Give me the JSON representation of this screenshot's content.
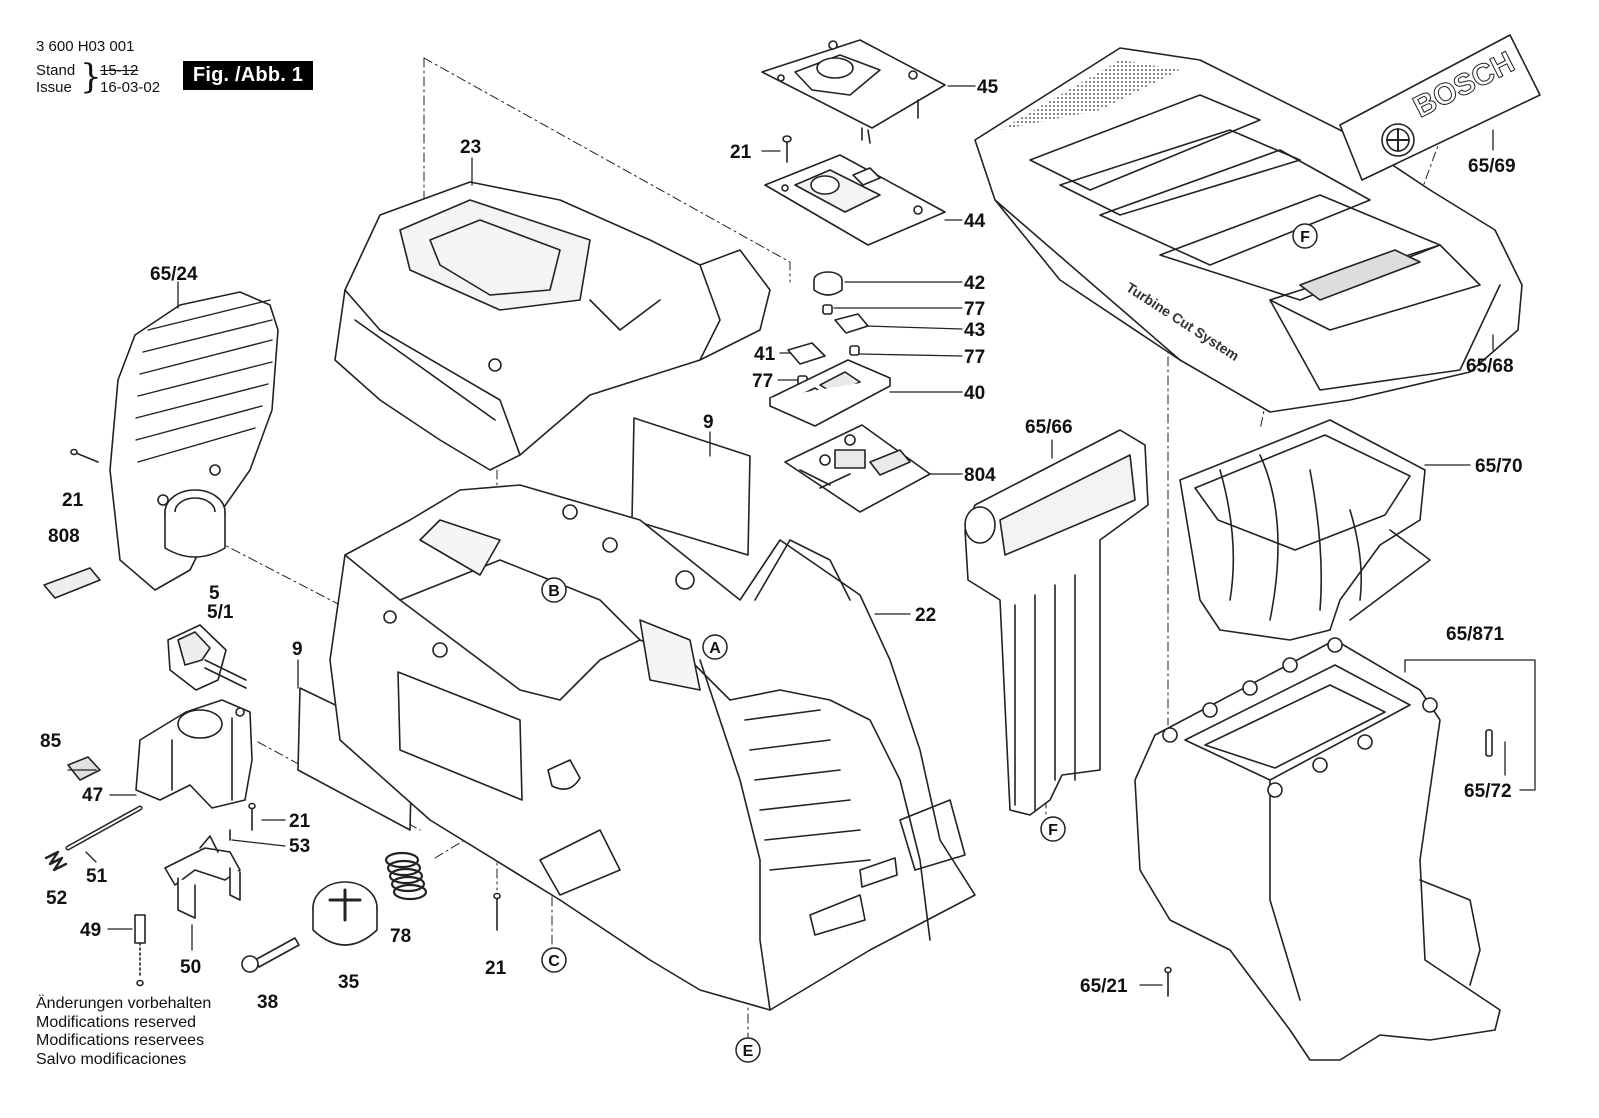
{
  "header": {
    "doc_number": "3 600 H03 001",
    "stand_label": "Stand",
    "issue_label": "Issue",
    "stand_value": "15-12",
    "issue_value": "16-03-02",
    "figure_label": "Fig. /Abb. 1"
  },
  "notes": [
    "Änderungen vorbehalten",
    "Modifications reserved",
    "Modifications reservees",
    "Salvo modificaciones"
  ],
  "brand": {
    "logo_text": "BOSCH",
    "product_text": "Turbine Cut System"
  },
  "part_labels": [
    {
      "id": "45",
      "text": "45"
    },
    {
      "id": "21-top",
      "text": "21"
    },
    {
      "id": "44",
      "text": "44"
    },
    {
      "id": "42",
      "text": "42"
    },
    {
      "id": "77-a",
      "text": "77"
    },
    {
      "id": "43",
      "text": "43"
    },
    {
      "id": "41",
      "text": "41"
    },
    {
      "id": "77-b",
      "text": "77"
    },
    {
      "id": "77-c",
      "text": "77"
    },
    {
      "id": "40",
      "text": "40"
    },
    {
      "id": "804",
      "text": "804"
    },
    {
      "id": "23",
      "text": "23"
    },
    {
      "id": "65-24",
      "text": "65/24"
    },
    {
      "id": "21-left",
      "text": "21"
    },
    {
      "id": "808",
      "text": "808"
    },
    {
      "id": "5",
      "text": "5"
    },
    {
      "id": "5-1",
      "text": "5/1"
    },
    {
      "id": "9-right",
      "text": "9"
    },
    {
      "id": "9-left",
      "text": "9"
    },
    {
      "id": "22",
      "text": "22"
    },
    {
      "id": "65-66",
      "text": "65/66"
    },
    {
      "id": "65-69",
      "text": "65/69"
    },
    {
      "id": "65-68",
      "text": "65/68"
    },
    {
      "id": "65-70",
      "text": "65/70"
    },
    {
      "id": "65-871",
      "text": "65/871"
    },
    {
      "id": "65-72",
      "text": "65/72"
    },
    {
      "id": "65-21",
      "text": "65/21"
    },
    {
      "id": "85",
      "text": "85"
    },
    {
      "id": "47",
      "text": "47"
    },
    {
      "id": "21-mid",
      "text": "21"
    },
    {
      "id": "53",
      "text": "53"
    },
    {
      "id": "51",
      "text": "51"
    },
    {
      "id": "52",
      "text": "52"
    },
    {
      "id": "49",
      "text": "49"
    },
    {
      "id": "50",
      "text": "50"
    },
    {
      "id": "38",
      "text": "38"
    },
    {
      "id": "35",
      "text": "35"
    },
    {
      "id": "78",
      "text": "78"
    },
    {
      "id": "21-bottom",
      "text": "21"
    }
  ],
  "callouts": [
    {
      "id": "A",
      "text": "A"
    },
    {
      "id": "B",
      "text": "B"
    },
    {
      "id": "C",
      "text": "C"
    },
    {
      "id": "E",
      "text": "E"
    },
    {
      "id": "F-top",
      "text": "F"
    },
    {
      "id": "F-bottom",
      "text": "F"
    }
  ],
  "colors": {
    "line": "#222222",
    "fill": "#ffffff",
    "shade": "#d9d9d9",
    "badge": "#000000"
  }
}
